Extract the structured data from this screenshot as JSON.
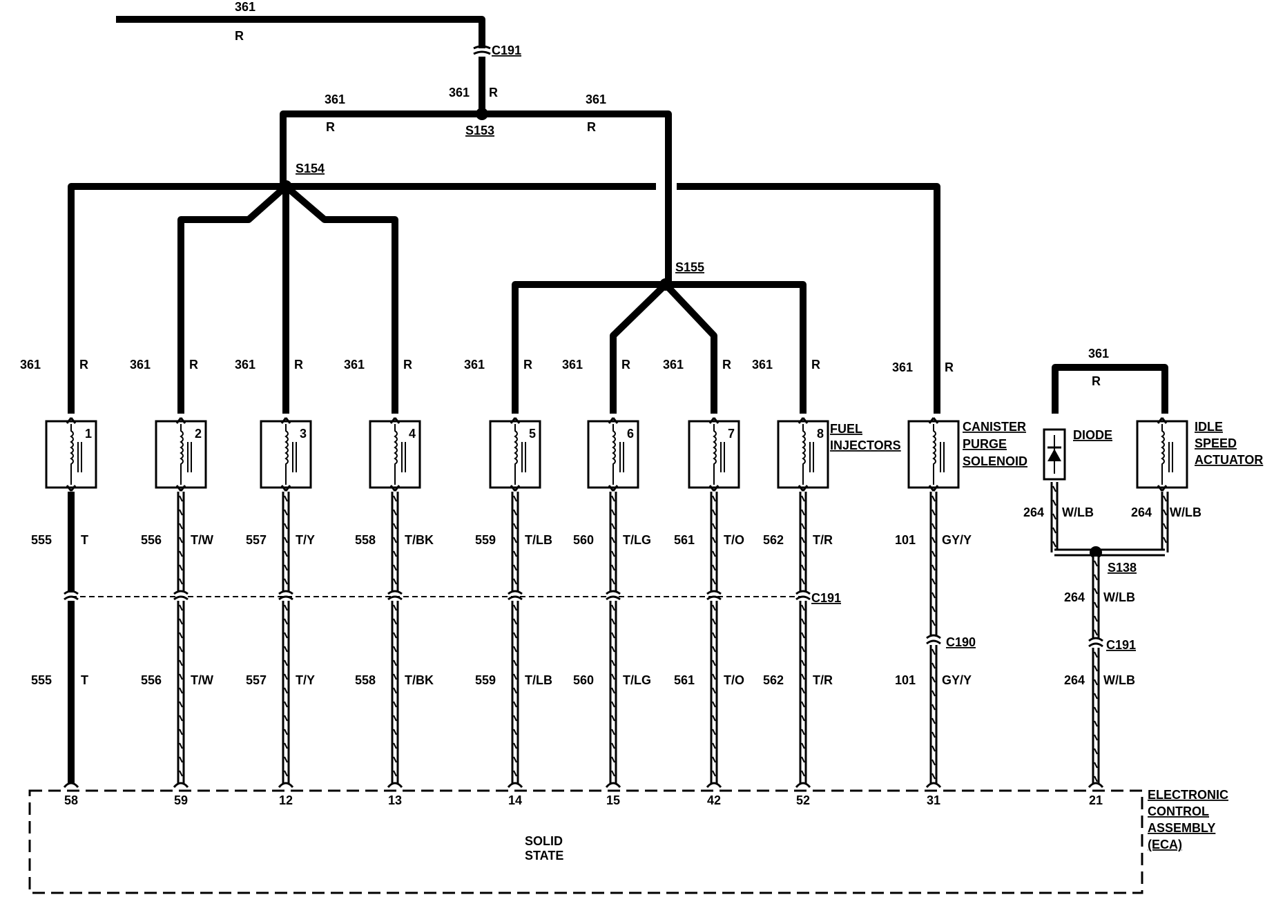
{
  "feed": {
    "circuit": "361",
    "color": "R"
  },
  "splices": {
    "s153": "S153",
    "s154": "S154",
    "s155": "S155",
    "s138": "S138"
  },
  "connectors": {
    "c191_top": "C191",
    "c191_mid": "C191",
    "c190": "C190",
    "c191_idle": "C191"
  },
  "injectors": [
    {
      "num": "1",
      "supply": "361",
      "supply_color": "R",
      "circuit": "555",
      "color": "T",
      "pin": "58",
      "striped": false
    },
    {
      "num": "2",
      "supply": "361",
      "supply_color": "R",
      "circuit": "556",
      "color": "T/W",
      "pin": "59",
      "striped": true
    },
    {
      "num": "3",
      "supply": "361",
      "supply_color": "R",
      "circuit": "557",
      "color": "T/Y",
      "pin": "12",
      "striped": true
    },
    {
      "num": "4",
      "supply": "361",
      "supply_color": "R",
      "circuit": "558",
      "color": "T/BK",
      "pin": "13",
      "striped": true
    },
    {
      "num": "5",
      "supply": "361",
      "supply_color": "R",
      "circuit": "559",
      "color": "T/LB",
      "pin": "14",
      "striped": true
    },
    {
      "num": "6",
      "supply": "361",
      "supply_color": "R",
      "circuit": "560",
      "color": "T/LG",
      "pin": "15",
      "striped": true
    },
    {
      "num": "7",
      "supply": "361",
      "supply_color": "R",
      "circuit": "561",
      "color": "T/O",
      "pin": "42",
      "striped": true
    },
    {
      "num": "8",
      "supply": "361",
      "supply_color": "R",
      "circuit": "562",
      "color": "T/R",
      "pin": "52",
      "striped": true
    }
  ],
  "injectors_label": [
    "FUEL",
    "INJECTORS"
  ],
  "canister": {
    "label": [
      "CANISTER",
      "PURGE",
      "SOLENOID"
    ],
    "supply": "361",
    "supply_color": "R",
    "circuit": "101",
    "color": "GY/Y",
    "pin": "31"
  },
  "diode_label": "DIODE",
  "idle": {
    "label": [
      "IDLE",
      "SPEED",
      "ACTUATOR"
    ],
    "supply": "361",
    "supply_color": "R",
    "circuit": "264",
    "color": "W/LB",
    "pin": "21"
  },
  "eca": {
    "label": [
      "ELECTRONIC",
      "CONTROL",
      "ASSEMBLY",
      "(ECA)"
    ],
    "inner": [
      "SOLID",
      "STATE"
    ]
  }
}
